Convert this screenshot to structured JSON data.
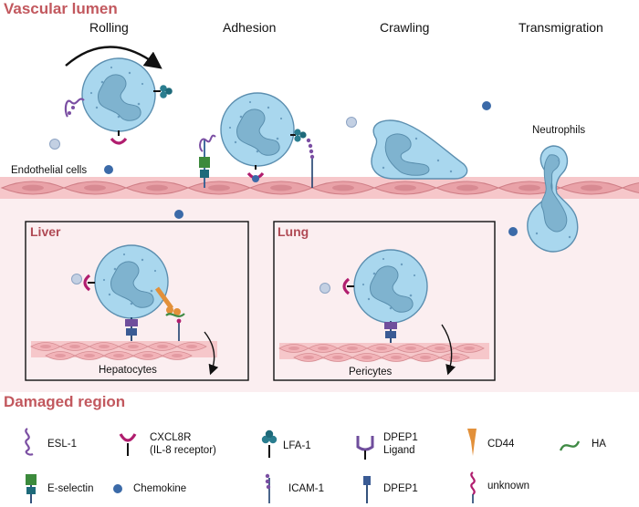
{
  "title": "Vascular lumen",
  "damaged_title": "Damaged region",
  "steps": [
    "Rolling",
    "Adhesion",
    "Crawling",
    "Transmigration"
  ],
  "labels": {
    "endothelial": "Endothelial cells",
    "neutrophils": "Neutrophils",
    "hepatocytes": "Hepatocytes",
    "pericytes": "Pericytes"
  },
  "boxes": {
    "liver": "Liver",
    "lung": "Lung"
  },
  "legend": [
    {
      "icon": "esl1-icon",
      "label": "ESL-1"
    },
    {
      "icon": "cxcl8r-icon",
      "label": "CXCL8R",
      "sub": "(IL-8 receptor)"
    },
    {
      "icon": "lfa1-icon",
      "label": "LFA-1"
    },
    {
      "icon": "dpep1-ligand-icon",
      "label": "DPEP1",
      "sub": "Ligand"
    },
    {
      "icon": "cd44-icon",
      "label": "CD44"
    },
    {
      "icon": "ha-icon",
      "label": "HA"
    },
    {
      "icon": "e-selectin-icon",
      "label": "E-selectin"
    },
    {
      "icon": "chemokine-icon",
      "label": "Chemokine"
    },
    {
      "icon": "icam1-icon",
      "label": "ICAM-1"
    },
    {
      "icon": "dpep1-icon",
      "label": "DPEP1"
    },
    {
      "icon": "unknown-icon",
      "label": "unknown"
    }
  ],
  "colors": {
    "accent": "#c2585e",
    "cell_fill": "#a9d7ee",
    "nucleus": "#6fa7c2",
    "endothelium": "#f2b6ba",
    "chemokine": "#3b6aa8"
  }
}
